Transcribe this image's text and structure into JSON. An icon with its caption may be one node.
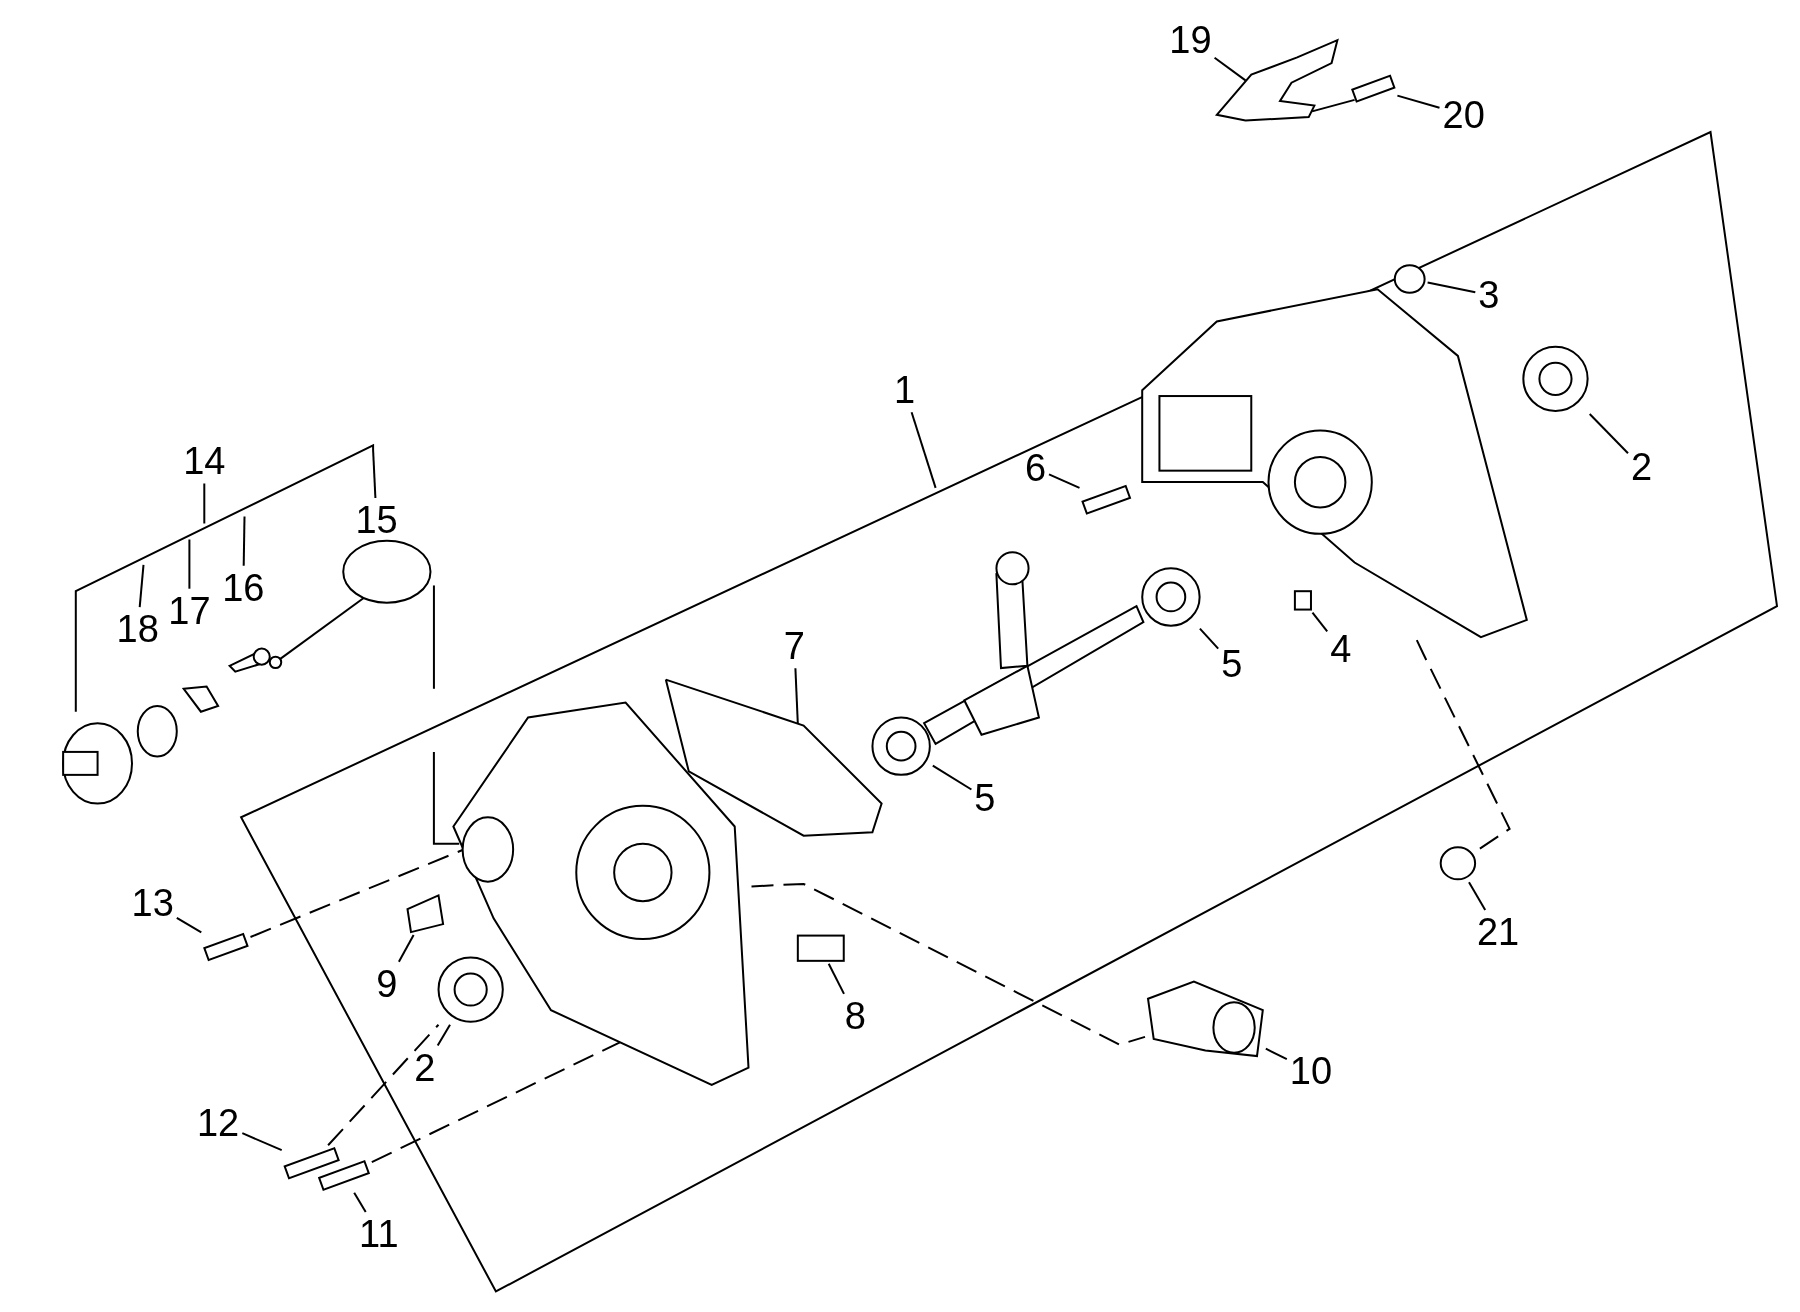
{
  "diagram": {
    "nodes": [
      {
        "text": [
          "19"
        ]
      },
      {
        "text": [
          "20"
        ]
      },
      {
        "text": [
          "3"
        ]
      },
      {
        "text": [
          "1"
        ]
      },
      {
        "text": [
          "2"
        ]
      },
      {
        "text": [
          "14"
        ]
      },
      {
        "text": [
          "6"
        ]
      },
      {
        "text": [
          "15"
        ]
      },
      {
        "text": [
          "16"
        ]
      },
      {
        "text": [
          "17"
        ]
      },
      {
        "text": [
          "18"
        ]
      },
      {
        "text": [
          "7"
        ]
      },
      {
        "text": [
          "4"
        ]
      },
      {
        "text": [
          "5"
        ]
      },
      {
        "text": [
          "5"
        ]
      },
      {
        "text": [
          "13"
        ]
      },
      {
        "text": [
          "9"
        ]
      },
      {
        "text": [
          "21"
        ]
      },
      {
        "text": [
          "8"
        ]
      },
      {
        "text": [
          "2"
        ]
      },
      {
        "text": [
          "10"
        ]
      },
      {
        "text": [
          "12"
        ]
      },
      {
        "text": [
          "11"
        ]
      },
      {
        "text": [],
        "shape": "picture"
      },
      {
        "text": [],
        "shape": "box"
      },
      {
        "text": [],
        "shape": "circle"
      },
      {
        "text": [],
        "shape": "picture"
      },
      {
        "text": [],
        "shape": "box"
      },
      {
        "text": [],
        "shape": "picture"
      },
      {
        "text": [],
        "shape": "box"
      },
      {
        "text": [],
        "shape": "picture"
      },
      {
        "text": [],
        "shape": "picture"
      },
      {
        "text": [],
        "shape": "box"
      },
      {
        "text": [],
        "shape": "picture"
      },
      {
        "text": [],
        "shape": "circle"
      },
      {
        "text": [],
        "shape": "box"
      },
      {
        "text": [],
        "shape": "picture"
      },
      {
        "text": [],
        "shape": "picture"
      },
      {
        "text": [],
        "shape": "box"
      },
      {
        "text": [],
        "shape": "box"
      },
      {
        "text": [],
        "shape": "picture"
      },
      {
        "text": [],
        "shape": "picture"
      }
    ],
    "edges": [
      {
        "from": 0,
        "to": 23,
        "arrow": "none"
      },
      {
        "from": 1,
        "to": 24,
        "arrow": "none"
      },
      {
        "from": 2,
        "to": 25,
        "arrow": "none"
      },
      {
        "from": 3,
        "to": null,
        "arrow": "none"
      },
      {
        "from": 4,
        "to": 26,
        "arrow": "none"
      },
      {
        "from": 5,
        "to": null,
        "arrow": "none"
      },
      {
        "from": 6,
        "to": 27,
        "arrow": "none"
      },
      {
        "from": 7,
        "to": null,
        "arrow": "none"
      },
      {
        "from": 8,
        "to": null,
        "arrow": "none"
      },
      {
        "from": 9,
        "to": null,
        "arrow": "none"
      },
      {
        "from": 10,
        "to": null,
        "arrow": "none"
      },
      {
        "from": 11,
        "to": 28,
        "arrow": "none"
      },
      {
        "from": 12,
        "to": 29,
        "arrow": "none"
      },
      {
        "from": 13,
        "to": 30,
        "arrow": "none"
      },
      {
        "from": 14,
        "to": 31,
        "arrow": "none"
      },
      {
        "from": 15,
        "to": 32,
        "arrow": "none"
      },
      {
        "from": 16,
        "to": 33,
        "arrow": "none"
      },
      {
        "from": 17,
        "to": 34,
        "arrow": "none"
      },
      {
        "from": 18,
        "to": 35,
        "arrow": "none"
      },
      {
        "from": 19,
        "to": 36,
        "arrow": "none"
      },
      {
        "from": 20,
        "to": 37,
        "arrow": "none"
      },
      {
        "from": 21,
        "to": 38,
        "arrow": "none"
      },
      {
        "from": 22,
        "to": 39,
        "arrow": "none"
      },
      {
        "from": 23,
        "to": 24,
        "arrow": "none"
      },
      {
        "from": 32,
        "to": 41,
        "arrow": "none",
        "style": "dashed"
      },
      {
        "from": 38,
        "to": 36,
        "arrow": "none",
        "style": "dashed"
      },
      {
        "from": 39,
        "to": 41,
        "arrow": "none",
        "style": "dashed"
      },
      {
        "from": 41,
        "to": 37,
        "arrow": "none",
        "style": "dashed"
      },
      {
        "from": 40,
        "to": 34,
        "arrow": "none",
        "style": "dashed"
      }
    ]
  }
}
